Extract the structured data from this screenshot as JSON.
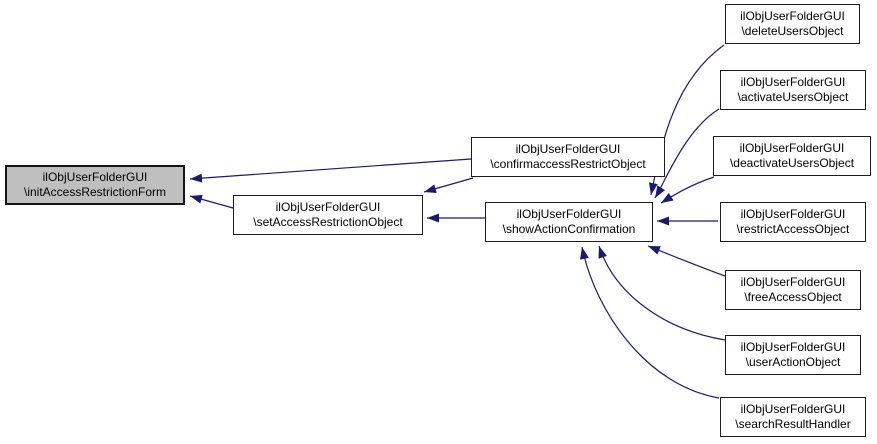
{
  "diagram": {
    "type": "call-graph",
    "description": "Caller graph for ilObjUserFolderGUI::initAccessRestrictionForm",
    "colors": {
      "edge": "#1a1a75",
      "node_fill": "#ffffff",
      "node_border": "#1c1c1c",
      "highlight_fill": "#bfbfbf",
      "background": "#ffffff",
      "text": "#000000"
    },
    "nodes": [
      {
        "id": "initAccessRestrictionForm",
        "line1": "ilObjUserFolderGUI",
        "line2": "\\initAccessRestrictionForm",
        "highlighted": true
      },
      {
        "id": "setAccessRestrictionObject",
        "line1": "ilObjUserFolderGUI",
        "line2": "\\setAccessRestrictionObject",
        "highlighted": false
      },
      {
        "id": "confirmaccessRestrictObject",
        "line1": "ilObjUserFolderGUI",
        "line2": "\\confirmaccessRestrictObject",
        "highlighted": false
      },
      {
        "id": "showActionConfirmation",
        "line1": "ilObjUserFolderGUI",
        "line2": "\\showActionConfirmation",
        "highlighted": false
      },
      {
        "id": "deleteUsersObject",
        "line1": "ilObjUserFolderGUI",
        "line2": "\\deleteUsersObject",
        "highlighted": false
      },
      {
        "id": "activateUsersObject",
        "line1": "ilObjUserFolderGUI",
        "line2": "\\activateUsersObject",
        "highlighted": false
      },
      {
        "id": "deactivateUsersObject",
        "line1": "ilObjUserFolderGUI",
        "line2": "\\deactivateUsersObject",
        "highlighted": false
      },
      {
        "id": "restrictAccessObject",
        "line1": "ilObjUserFolderGUI",
        "line2": "\\restrictAccessObject",
        "highlighted": false
      },
      {
        "id": "freeAccessObject",
        "line1": "ilObjUserFolderGUI",
        "line2": "\\freeAccessObject",
        "highlighted": false
      },
      {
        "id": "userActionObject",
        "line1": "ilObjUserFolderGUI",
        "line2": "\\userActionObject",
        "highlighted": false
      },
      {
        "id": "searchResultHandler",
        "line1": "ilObjUserFolderGUI",
        "line2": "\\searchResultHandler",
        "highlighted": false
      }
    ],
    "edges": [
      {
        "from": "confirmaccessRestrictObject",
        "to": "initAccessRestrictionForm"
      },
      {
        "from": "setAccessRestrictionObject",
        "to": "initAccessRestrictionForm"
      },
      {
        "from": "confirmaccessRestrictObject",
        "to": "setAccessRestrictionObject"
      },
      {
        "from": "showActionConfirmation",
        "to": "setAccessRestrictionObject"
      },
      {
        "from": "deleteUsersObject",
        "to": "showActionConfirmation"
      },
      {
        "from": "activateUsersObject",
        "to": "showActionConfirmation"
      },
      {
        "from": "deactivateUsersObject",
        "to": "showActionConfirmation"
      },
      {
        "from": "restrictAccessObject",
        "to": "showActionConfirmation"
      },
      {
        "from": "freeAccessObject",
        "to": "showActionConfirmation"
      },
      {
        "from": "userActionObject",
        "to": "showActionConfirmation"
      },
      {
        "from": "searchResultHandler",
        "to": "showActionConfirmation"
      }
    ]
  }
}
